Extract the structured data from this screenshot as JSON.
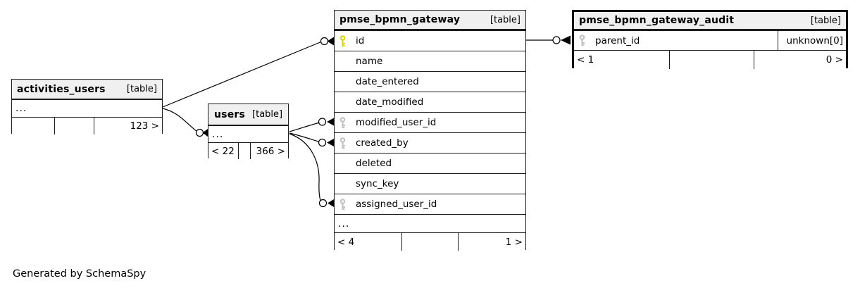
{
  "page": {
    "credit": "Generated by SchemaSpy"
  },
  "colors": {
    "pk_key": "#d8d800",
    "fk_key": "#c0c0c0",
    "header_bg": "#f0f0f0",
    "border": "#1c1c1c",
    "thick_border": "#000000"
  },
  "tables": {
    "activities_users": {
      "name": "activities_users",
      "type_label": "[table]",
      "ellipsis": "...",
      "footer": [
        "",
        "",
        "123 >"
      ]
    },
    "users": {
      "name": "users",
      "type_label": "[table]",
      "ellipsis": "...",
      "footer": [
        "< 22",
        "",
        "366 >"
      ]
    },
    "pmse_bpmn_gateway": {
      "name": "pmse_bpmn_gateway",
      "type_label": "[table]",
      "columns": [
        {
          "name": "id",
          "key": "primary"
        },
        {
          "name": "name",
          "key": "none"
        },
        {
          "name": "date_entered",
          "key": "none"
        },
        {
          "name": "date_modified",
          "key": "none"
        },
        {
          "name": "modified_user_id",
          "key": "foreign"
        },
        {
          "name": "created_by",
          "key": "foreign"
        },
        {
          "name": "deleted",
          "key": "none"
        },
        {
          "name": "sync_key",
          "key": "none"
        },
        {
          "name": "assigned_user_id",
          "key": "foreign"
        }
      ],
      "ellipsis": "...",
      "footer": [
        "< 4",
        "",
        "1 >"
      ]
    },
    "pmse_bpmn_gateway_audit": {
      "name": "pmse_bpmn_gateway_audit",
      "type_label": "[table]",
      "columns": [
        {
          "name": "parent_id",
          "key": "foreign",
          "value": "unknown[0]"
        }
      ],
      "footer": [
        "< 1",
        "",
        "0 >"
      ]
    }
  }
}
